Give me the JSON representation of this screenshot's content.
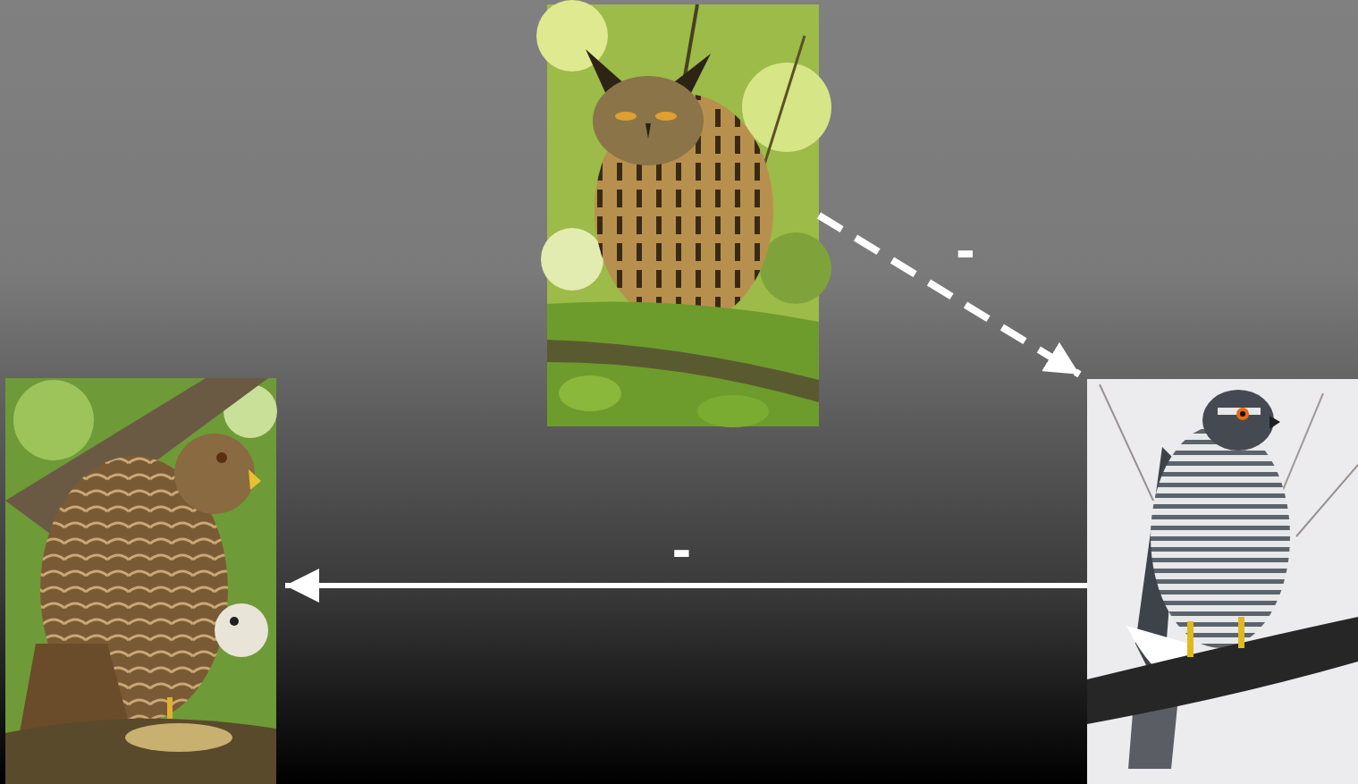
{
  "diagram": {
    "nodes": [
      {
        "text": []
      },
      {
        "text": []
      },
      {
        "text": []
      }
    ],
    "edges": [
      {
        "from": 0,
        "to": 2,
        "arrow": "to",
        "label": "-"
      },
      {
        "from": 2,
        "to": 1,
        "arrow": "to",
        "label": "-"
      }
    ]
  }
}
